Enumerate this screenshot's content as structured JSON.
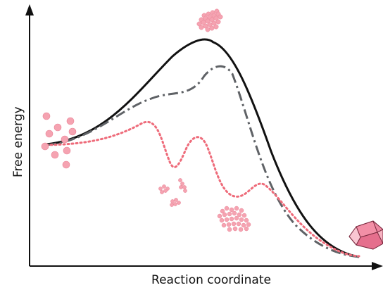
{
  "axes": {
    "xlabel": "Reaction coordinate",
    "ylabel": "Free energy"
  },
  "curves": [
    {
      "style": "solid",
      "color": "#111111"
    },
    {
      "style": "dash-dot",
      "color": "#5f6266"
    },
    {
      "style": "dotted",
      "color": "#ee6b7a"
    }
  ],
  "colors": {
    "particle": "#f5a3b1",
    "particle_edge": "#e98396",
    "crystal": "#f28fa6",
    "axis": "#111111"
  }
}
